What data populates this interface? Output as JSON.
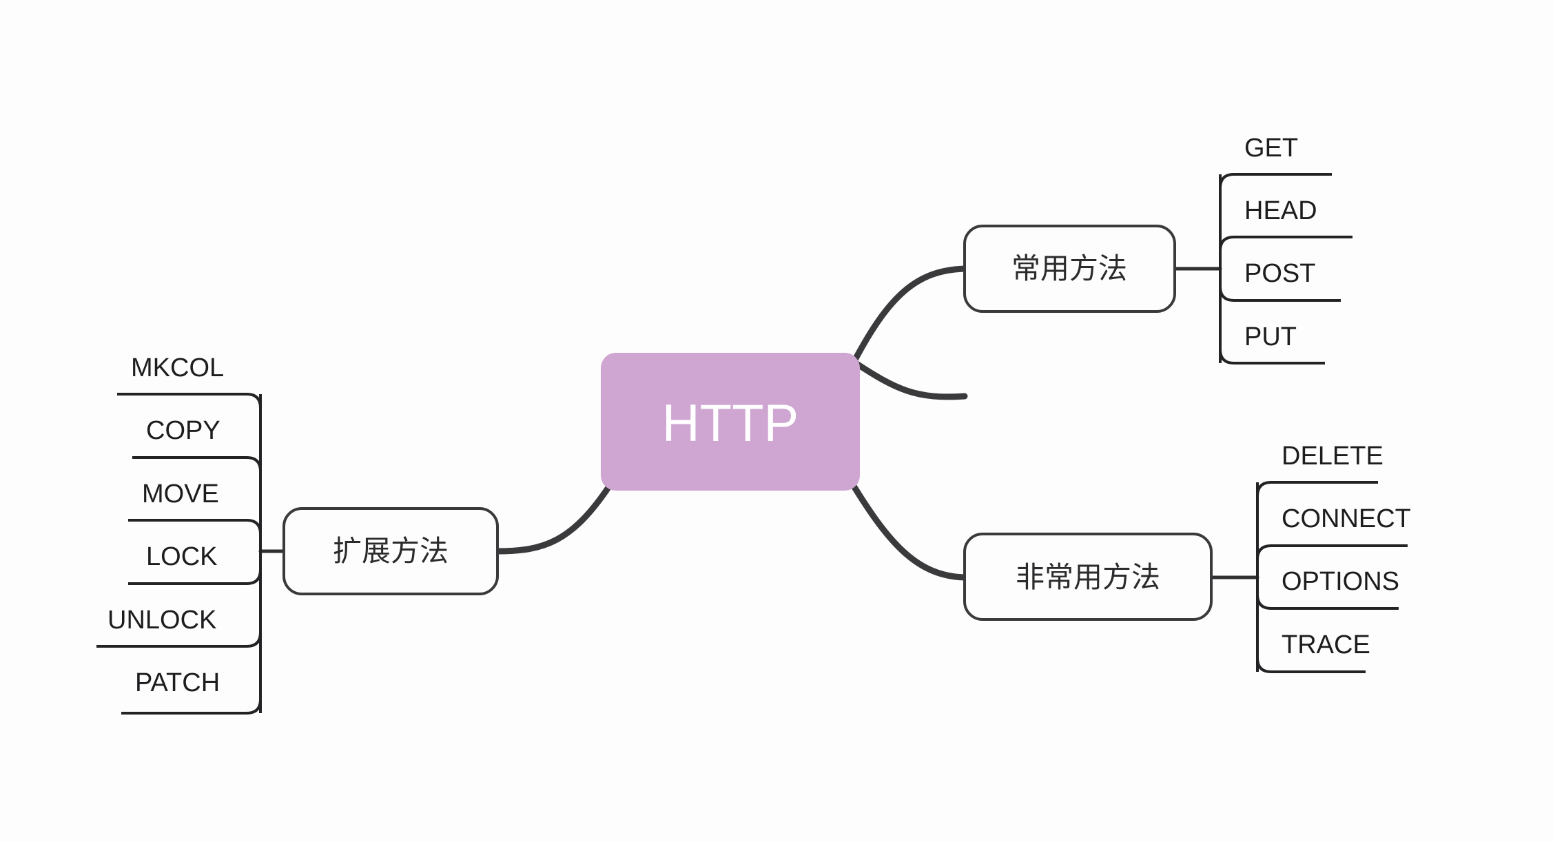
{
  "diagram": {
    "type": "mindmap",
    "title": "HTTP",
    "background_color": "#fdfdfd",
    "root": {
      "label": "HTTP",
      "fill_color": "#cfa5d2",
      "text_color": "#ffffff"
    },
    "line_color": "#232325",
    "node_stroke_color": "#3a3a3c",
    "node_fill_color": "#fdfdfd",
    "branches": [
      {
        "id": "common-methods",
        "label": "常用方法",
        "side": "right",
        "leaves": [
          {
            "label": "GET"
          },
          {
            "label": "HEAD"
          },
          {
            "label": "POST"
          },
          {
            "label": "PUT"
          }
        ]
      },
      {
        "id": "uncommon-methods",
        "label": "非常用方法",
        "side": "right",
        "leaves": [
          {
            "label": "DELETE"
          },
          {
            "label": "CONNECT"
          },
          {
            "label": "OPTIONS"
          },
          {
            "label": "TRACE"
          }
        ]
      },
      {
        "id": "extension-methods",
        "label": "扩展方法",
        "side": "left",
        "leaves": [
          {
            "label": "MKCOL"
          },
          {
            "label": "COPY"
          },
          {
            "label": "MOVE"
          },
          {
            "label": "LOCK"
          },
          {
            "label": "UNLOCK"
          },
          {
            "label": "PATCH"
          }
        ]
      }
    ]
  }
}
